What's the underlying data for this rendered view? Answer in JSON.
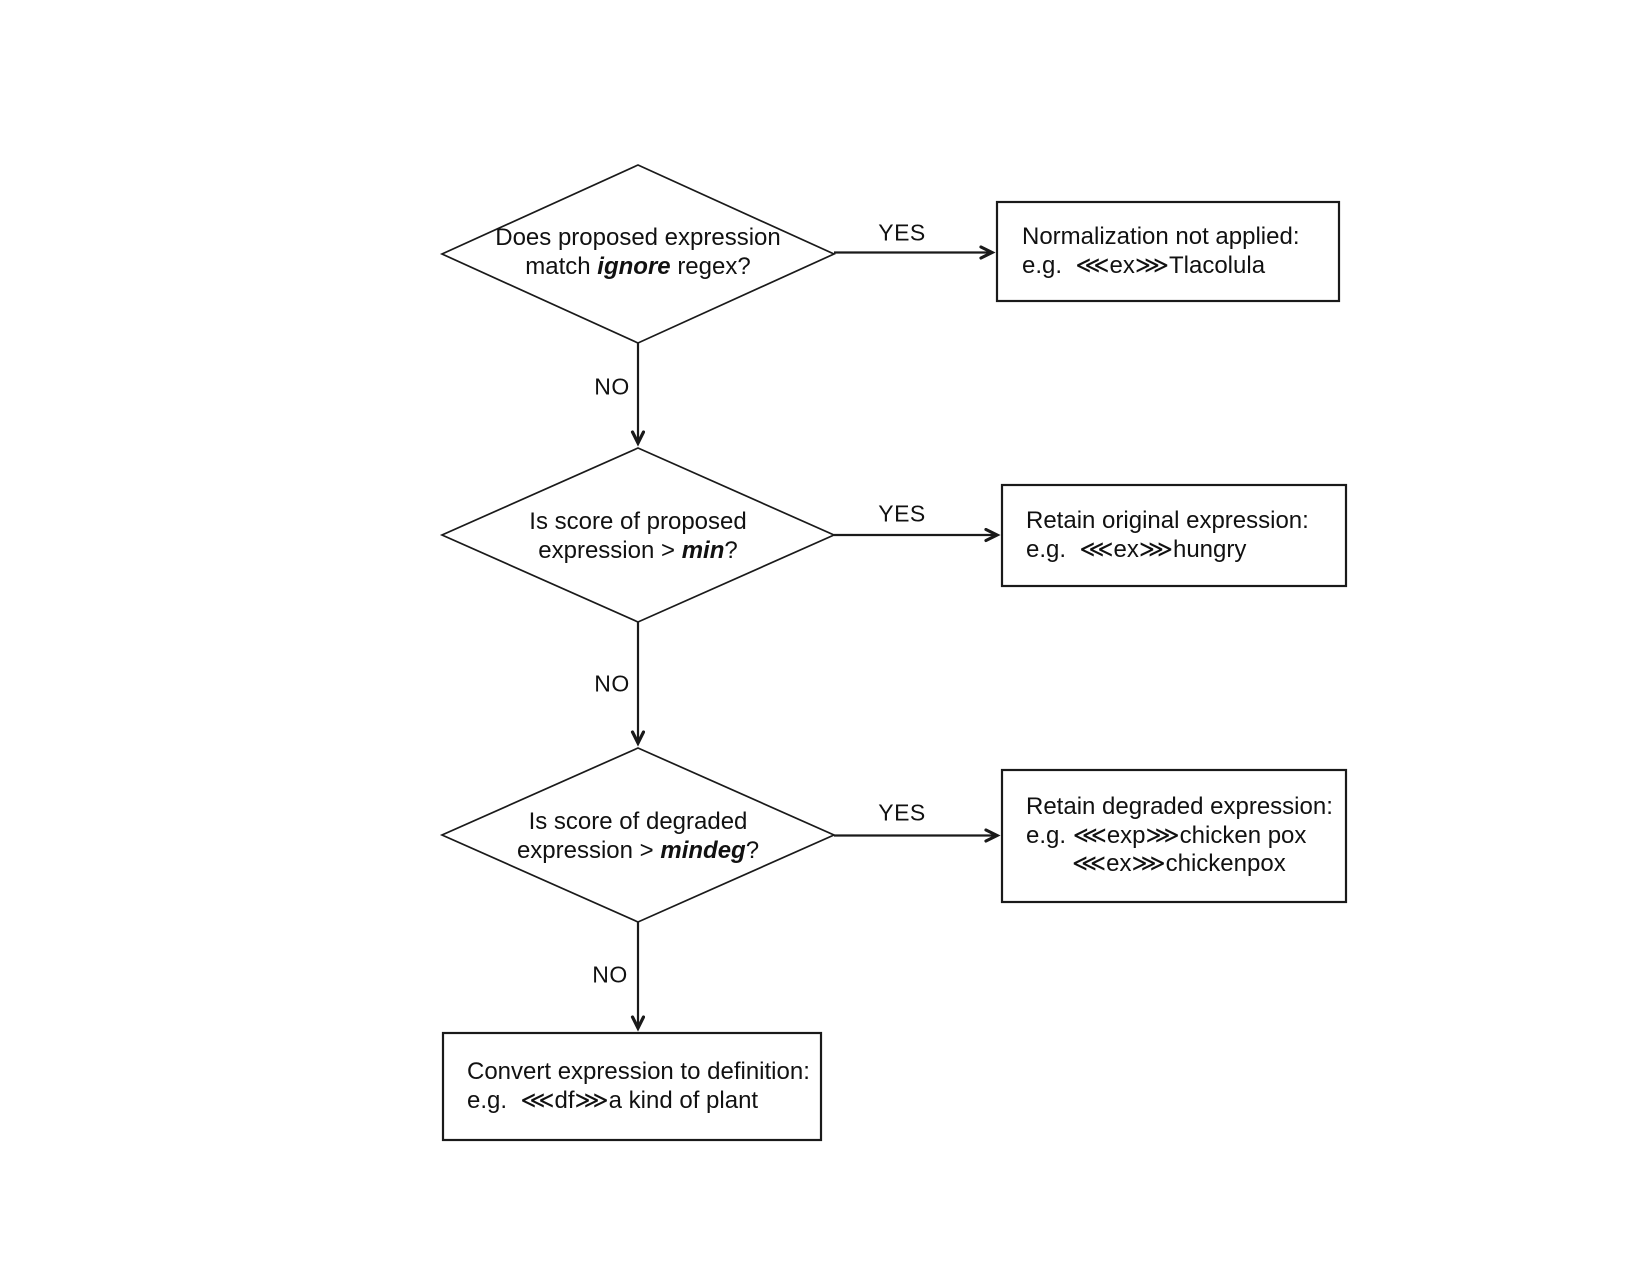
{
  "diagram": {
    "type": "flowchart",
    "colors": {
      "background": "#ffffff",
      "stroke": "#1a1a1a",
      "text": "#111111"
    },
    "decisions": [
      {
        "id": "ignore-regex",
        "line1": "Does proposed expression",
        "line2_pre": "match ",
        "line2_em": "ignore",
        "line2_post": " regex?"
      },
      {
        "id": "score-min",
        "line1": "Is score of proposed",
        "line2_pre": "expression > ",
        "line2_em": "min",
        "line2_post": "?"
      },
      {
        "id": "score-mindeg",
        "line1": "Is score of degraded",
        "line2_pre": "expression > ",
        "line2_em": "mindeg",
        "line2_post": "?"
      }
    ],
    "results": [
      {
        "id": "normalization-not-applied",
        "line1": "Normalization not applied:",
        "line2": "e.g.  ⋘ex⋙Tlacolula"
      },
      {
        "id": "retain-original",
        "line1": "Retain original expression:",
        "line2": "e.g.  ⋘ex⋙hungry"
      },
      {
        "id": "retain-degraded",
        "line1": "Retain degraded expression:",
        "line2": "e.g. ⋘exp⋙chicken pox",
        "line3": "⋘ex⋙chickenpox"
      },
      {
        "id": "convert-to-definition",
        "line1": "Convert expression to definition:",
        "line2": "e.g.  ⋘df⋙a kind of plant"
      }
    ],
    "edges": [
      {
        "from": "ignore-regex",
        "label": "YES",
        "to": "normalization-not-applied"
      },
      {
        "from": "ignore-regex",
        "label": "NO",
        "to": "score-min"
      },
      {
        "from": "score-min",
        "label": "YES",
        "to": "retain-original"
      },
      {
        "from": "score-min",
        "label": "NO",
        "to": "score-mindeg"
      },
      {
        "from": "score-mindeg",
        "label": "YES",
        "to": "retain-degraded"
      },
      {
        "from": "score-mindeg",
        "label": "NO",
        "to": "convert-to-definition"
      }
    ]
  }
}
